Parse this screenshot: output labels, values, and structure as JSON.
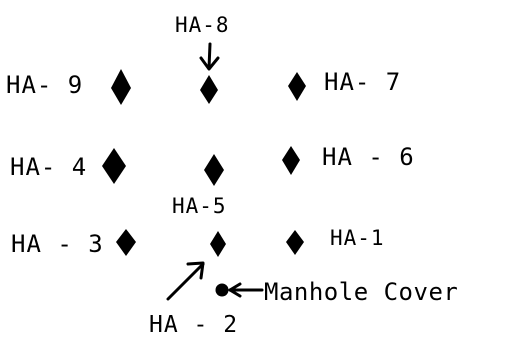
{
  "diagram": {
    "colors": {
      "ink": "#000000",
      "paper": "#ffffff"
    },
    "points": [
      {
        "id": "HA-9",
        "label": "HA- 9"
      },
      {
        "id": "HA-8",
        "label": "HA-8"
      },
      {
        "id": "HA-7",
        "label": "HA- 7"
      },
      {
        "id": "HA-4",
        "label": "HA- 4"
      },
      {
        "id": "HA-5",
        "label": "HA-5"
      },
      {
        "id": "HA-6",
        "label": "HA - 6"
      },
      {
        "id": "HA-3",
        "label": "HA - 3"
      },
      {
        "id": "HA-2",
        "label": "HA - 2"
      },
      {
        "id": "HA-1",
        "label": "HA-1"
      }
    ],
    "manhole": {
      "label": "Manhole Cover",
      "icon": "filled-dot-icon"
    },
    "marker_icon": "diamond-icon",
    "arrow_icon": "arrow-icon"
  }
}
